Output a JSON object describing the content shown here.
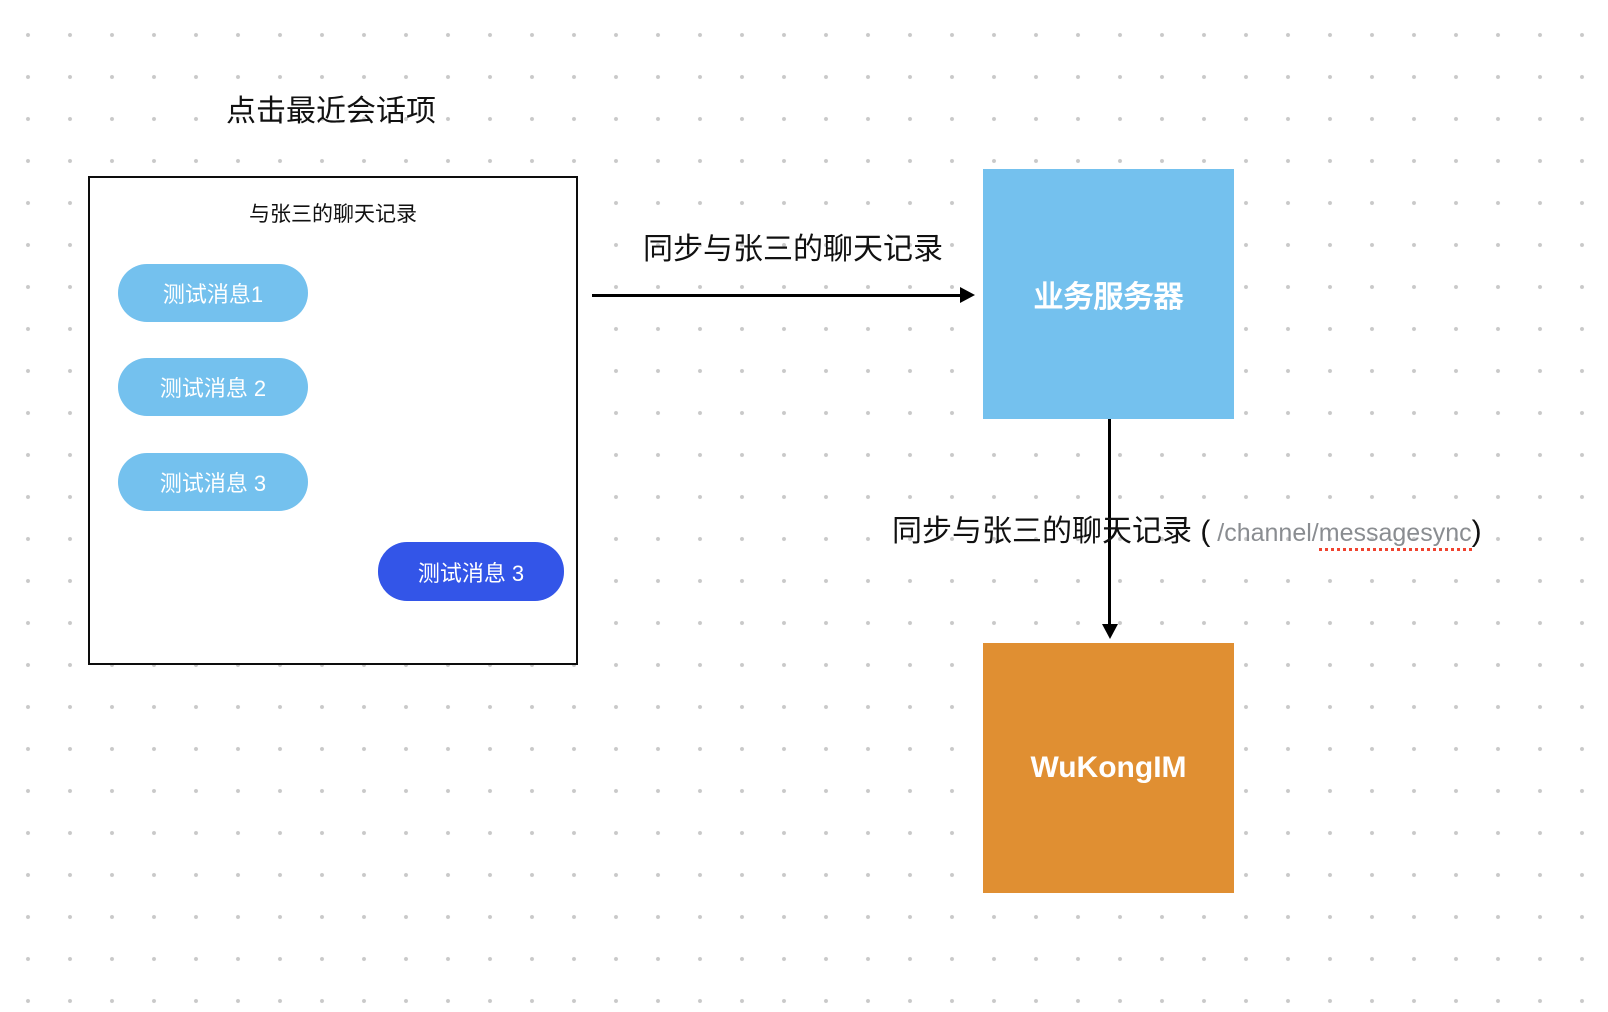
{
  "canvas": {
    "background": "#ffffff",
    "dot_color": "#c9c9c9"
  },
  "annotations": {
    "click_recent_label": "点击最近会话项"
  },
  "chat_panel": {
    "title": "与张三的聊天记录",
    "messages": [
      {
        "text": "测试消息1",
        "side": "left",
        "color": "#74c1ee"
      },
      {
        "text": "测试消息 2",
        "side": "left",
        "color": "#74c1ee"
      },
      {
        "text": "测试消息 3",
        "side": "left",
        "color": "#74c1ee"
      },
      {
        "text": "测试消息 3",
        "side": "right",
        "color": "#3355e8"
      }
    ]
  },
  "nodes": {
    "business_server": {
      "label": "业务服务器",
      "color": "#74c1ee"
    },
    "wukongim": {
      "label": "WuKongIM",
      "color": "#e08f32"
    }
  },
  "edges": {
    "sync_to_server": {
      "label": "同步与张三的聊天记录"
    },
    "sync_to_wukongim": {
      "label_prefix": "同步与张三的聊天记录 (",
      "path_plain": " /channel/",
      "path_underlined": "messagesync",
      "label_suffix": ")",
      "path_color": "#8a8d91",
      "underline_color": "#f0432f"
    }
  }
}
